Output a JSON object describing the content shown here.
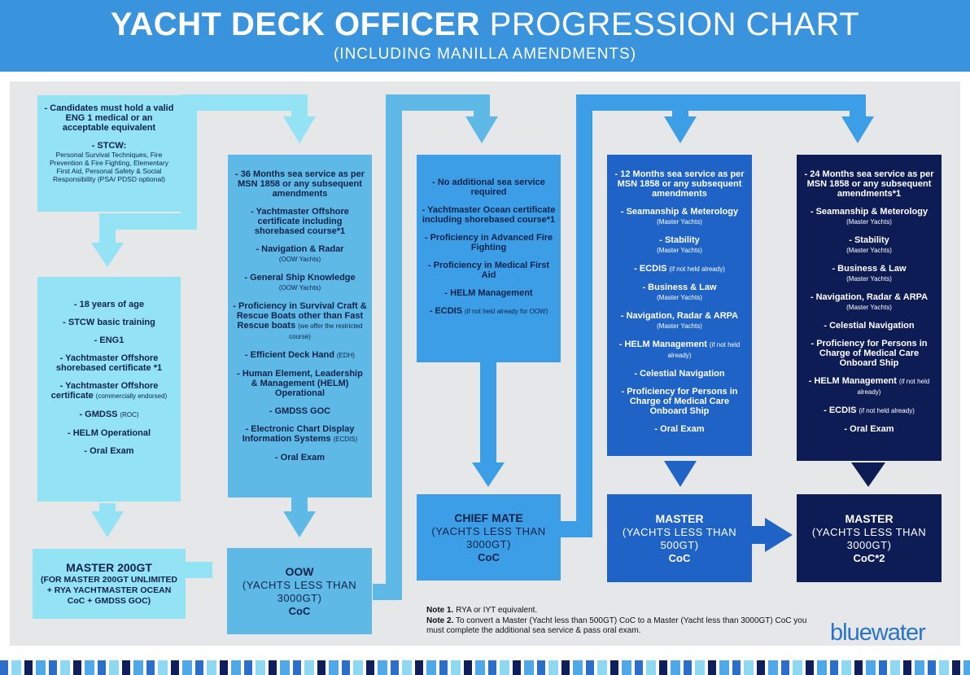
{
  "header": {
    "title_bold": "YACHT DECK OFFICER",
    "title_light": "PROGRESSION CHART",
    "subtitle": "(INCLUDING MANILLA AMENDMENTS)"
  },
  "columns": [
    {
      "requirements_top": [
        {
          "text": "- Candidates must hold a valid ENG 1 medical or an acceptable equivalent",
          "note": ""
        },
        {
          "text": "- STCW:",
          "note": "Personal Survival Techniques, Fire Prevention & Fire Fighting, Elementary First Aid, Personal Safety & Social Responsibility (PSA/ PDSD optional)"
        }
      ],
      "requirements": [
        {
          "text": "- 18 years of age",
          "note": ""
        },
        {
          "text": "- STCW basic training",
          "note": ""
        },
        {
          "text": "- ENG1",
          "note": ""
        },
        {
          "text": "- Yachtmaster Offshore shorebased certificate *1",
          "note": ""
        },
        {
          "text": "- Yachtmaster Offshore certificate",
          "note": "(commercially endorsed)"
        },
        {
          "text": "- GMDSS",
          "note": "(ROC)"
        },
        {
          "text": "- HELM Operational",
          "note": ""
        },
        {
          "text": "- Oral Exam",
          "note": ""
        }
      ],
      "result": {
        "title": "MASTER 200GT",
        "subtitle": "(FOR MASTER 200GT UNLIMITED + RYA YACHTMASTER OCEAN CoC + GMDSS GOC)",
        "coc": ""
      }
    },
    {
      "requirements": [
        {
          "text": "- 36 Months sea service as per MSN 1858 or any subsequent amendments",
          "note": ""
        },
        {
          "text": "- Yachtmaster Offshore certificate including shorebased course*1",
          "note": ""
        },
        {
          "text": "- Navigation & Radar",
          "note": "(OOW Yachts)"
        },
        {
          "text": "- General Ship Knowledge",
          "note": "(OOW Yachts)"
        },
        {
          "text": "- Proficiency in Survival Craft & Rescue Boats other than Fast Rescue boats",
          "note": "(we offer the restricted course)"
        },
        {
          "text": "- Efficient Deck Hand",
          "note": "(EDH)"
        },
        {
          "text": "- Human Element, Leadership & Management (HELM) Operational",
          "note": ""
        },
        {
          "text": "- GMDSS GOC",
          "note": ""
        },
        {
          "text": "- Electronic Chart Display Information Systems",
          "note": "(ECDIS)"
        },
        {
          "text": "- Oral Exam",
          "note": ""
        }
      ],
      "result": {
        "title": "OOW",
        "subtitle": "(YACHTS LESS THAN 3000GT)",
        "coc": "CoC"
      }
    },
    {
      "requirements": [
        {
          "text": "- No additional sea service required",
          "note": ""
        },
        {
          "text": "- Yachtmaster Ocean certificate including shorebased course*1",
          "note": ""
        },
        {
          "text": "- Proficiency in Advanced Fire Fighting",
          "note": ""
        },
        {
          "text": "- Proficiency in Medical First Aid",
          "note": ""
        },
        {
          "text": "- HELM Management",
          "note": ""
        },
        {
          "text": "- ECDIS",
          "note": "(if not held already for OOW)"
        }
      ],
      "result": {
        "title": "CHIEF MATE",
        "subtitle": "(YACHTS LESS THAN 3000GT)",
        "coc": "CoC"
      }
    },
    {
      "requirements": [
        {
          "text": "- 12 Months sea service as per MSN 1858 or any subsequent amendments",
          "note": ""
        },
        {
          "text": "- Seamanship & Meterology",
          "note": "(Master Yachts)"
        },
        {
          "text": "- Stability",
          "note": "(Master Yachts)"
        },
        {
          "text": "- ECDIS",
          "note": "(if not held already)"
        },
        {
          "text": "- Business & Law",
          "note": "(Master Yachts)"
        },
        {
          "text": "- Navigation, Radar & ARPA",
          "note": "(Master Yachts)"
        },
        {
          "text": "- HELM Management",
          "note": "(if not held already)"
        },
        {
          "text": "- Celestial Navigation",
          "note": ""
        },
        {
          "text": "- Proficiency for Persons in Charge of Medical Care Onboard Ship",
          "note": ""
        },
        {
          "text": "- Oral Exam",
          "note": ""
        }
      ],
      "result": {
        "title": "MASTER",
        "subtitle": "(YACHTS LESS THAN 500GT)",
        "coc": "CoC"
      }
    },
    {
      "requirements": [
        {
          "text": "- 24 Months sea service as per MSN 1858 or any subsequent amendments*1",
          "note": ""
        },
        {
          "text": "- Seamanship & Meterology",
          "note": "(Master Yachts)"
        },
        {
          "text": "- Stability",
          "note": "(Master Yachts)"
        },
        {
          "text": "- Business & Law",
          "note": "(Master Yachts)"
        },
        {
          "text": "- Navigation, Radar & ARPA",
          "note": "(Master Yachts)"
        },
        {
          "text": "- Celestial Navigation",
          "note": ""
        },
        {
          "text": "- Proficiency for Persons in Charge of Medical Care Onboard Ship",
          "note": ""
        },
        {
          "text": "- HELM Management",
          "note": "(if not held already)"
        },
        {
          "text": "- ECDIS",
          "note": "(if not held already)"
        },
        {
          "text": "- Oral Exam",
          "note": ""
        }
      ],
      "result": {
        "title": "MASTER",
        "subtitle": "(YACHTS LESS THAN 3000GT)",
        "coc": "CoC*2"
      }
    }
  ],
  "notes": [
    {
      "label": "Note 1.",
      "text": "RYA or IYT equivalent."
    },
    {
      "label": "Note 2.",
      "text": "To convert a Master (Yacht less than 500GT) CoC to a Master (Yacht less than 3000GT) CoC you must complete the additional sea service & pass oral exam."
    }
  ],
  "logo": "bluewater",
  "colors": {
    "header": "#3a93dd",
    "level1": "#93e3f5",
    "level2": "#5fb9e7",
    "level3": "#3b9ee6",
    "level4": "#1f63c7",
    "level5": "#0e1c55"
  }
}
